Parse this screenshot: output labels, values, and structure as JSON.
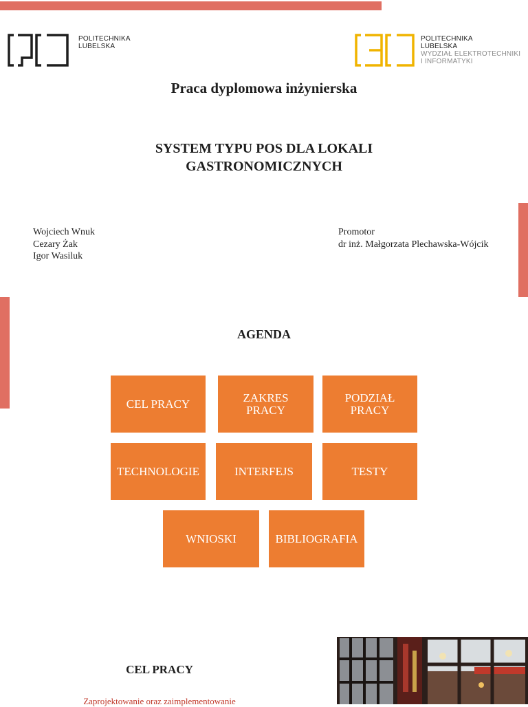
{
  "logos": {
    "left": {
      "line1": "POLITECHNIKA",
      "line2": "LUBELSKA"
    },
    "right": {
      "line1": "POLITECHNIKA",
      "line2": "LUBELSKA",
      "line3": "WYDZIAŁ ELEKTROTECHNIKI",
      "line4": "I INFORMATYKI"
    }
  },
  "thesis": {
    "type": "Praca dyplomowa inżynierska",
    "title_line1": "SYSTEM TYPU POS DLA LOKALI",
    "title_line2": "GASTRONOMICZNYCH"
  },
  "authors": [
    "Wojciech Wnuk",
    "Cezary Żak",
    "Igor Wasiluk"
  ],
  "promoter": {
    "label": "Promotor",
    "name": "dr inż. Małgorzata Plechawska-Wójcik"
  },
  "agenda": {
    "title": "AGENDA",
    "items": [
      "CEL PRACY",
      "ZAKRES\nPRACY",
      "PODZIAŁ\nPRACY",
      "TECHNOLOGIE",
      "INTERFEJS",
      "TESTY",
      "WNIOSKI",
      "BIBLIOGRAFIA"
    ]
  },
  "goal": {
    "title": "CEL PRACY",
    "text": "Zaprojektowanie oraz zaimplementowanie"
  },
  "colors": {
    "accent_bar": "#e06f62",
    "tile": "#ed7d31",
    "logo_right": "#f0b400"
  }
}
